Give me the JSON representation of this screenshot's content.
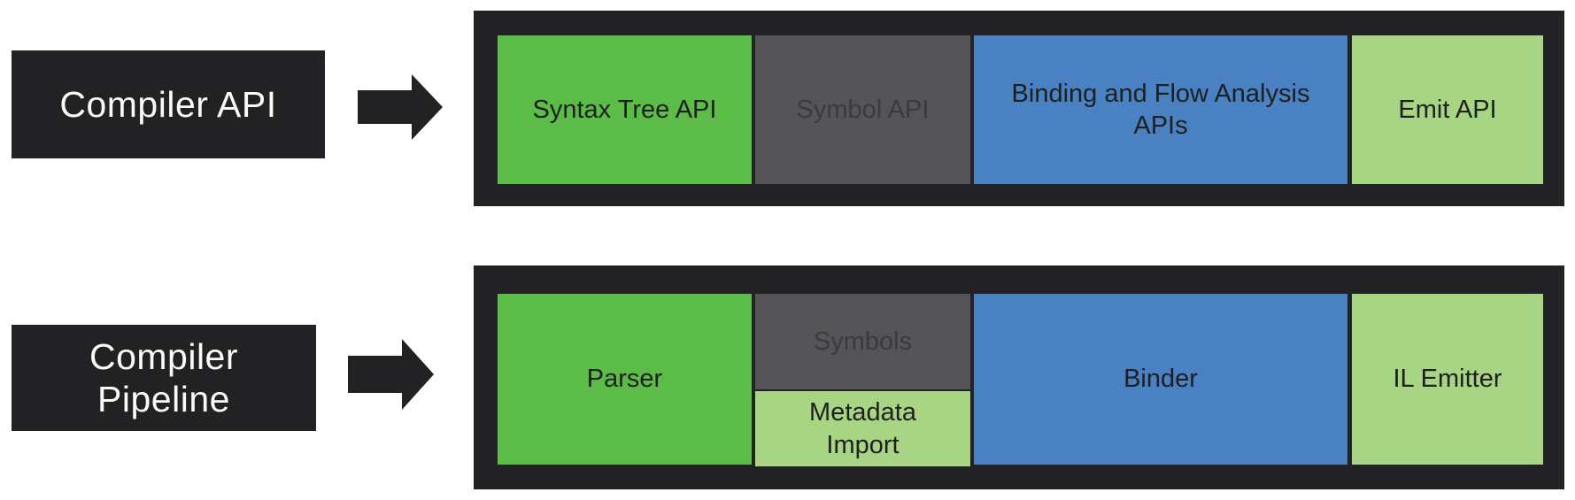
{
  "diagram_title": "Compiler API and Compiler Pipeline architecture",
  "colors": {
    "frame": "#222224",
    "green": "#5bbc47",
    "gray": "#555456",
    "blue": "#4981c2",
    "lightgreen": "#a7d584",
    "label_text": "#fafafa",
    "box_text": "#1f1f1f",
    "gray_text": "#3b3a3c"
  },
  "icons": {
    "arrow": "right-block-arrow"
  },
  "rows": [
    {
      "label": "Compiler API",
      "boxes": [
        {
          "label": "Syntax Tree API",
          "color": "green"
        },
        {
          "label": "Symbol API",
          "color": "gray"
        },
        {
          "label": "Binding and Flow Analysis APIs",
          "color": "blue"
        },
        {
          "label": "Emit API",
          "color": "lightgreen"
        }
      ]
    },
    {
      "label_line1": "Compiler",
      "label_line2": "Pipeline",
      "boxes": [
        {
          "label": "Parser",
          "color": "green"
        },
        {
          "label": "Symbols",
          "color": "gray"
        },
        {
          "label": "Metadata Import",
          "color": "lightgreen"
        },
        {
          "label": "Binder",
          "color": "blue"
        },
        {
          "label": "IL Emitter",
          "color": "lightgreen"
        }
      ]
    }
  ]
}
